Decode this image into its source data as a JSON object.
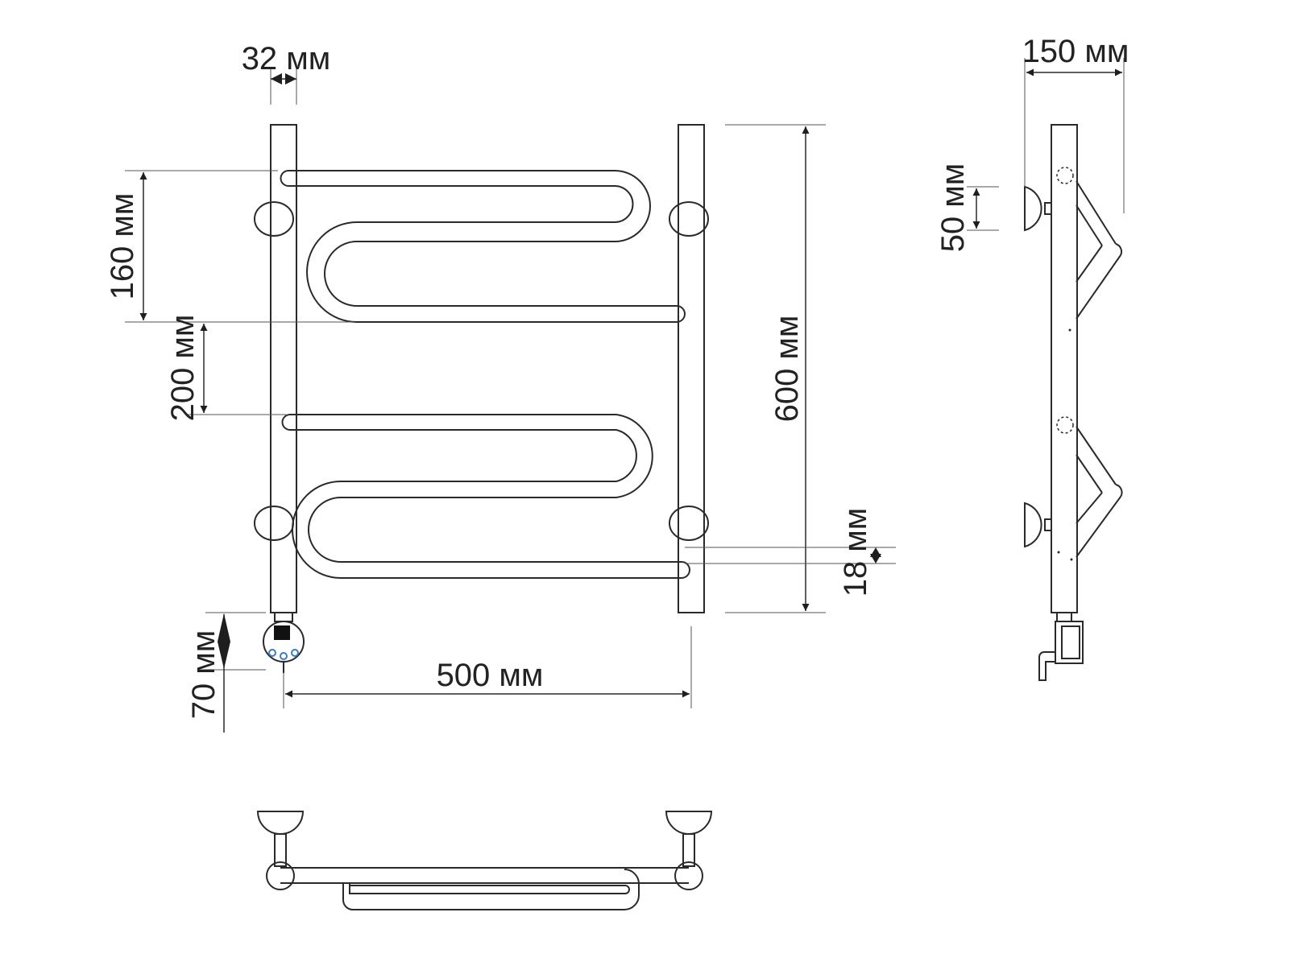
{
  "dimensions": {
    "pipe_diameter": "32 мм",
    "mount_depth": "150 мм",
    "upper_loop_height": "160 мм",
    "loop_gap": "200 мм",
    "total_height": "600 мм",
    "bracket_spacing": "50 мм",
    "tube_diameter": "18 мм",
    "heater_height": "70 мм",
    "center_width": "500 мм"
  }
}
